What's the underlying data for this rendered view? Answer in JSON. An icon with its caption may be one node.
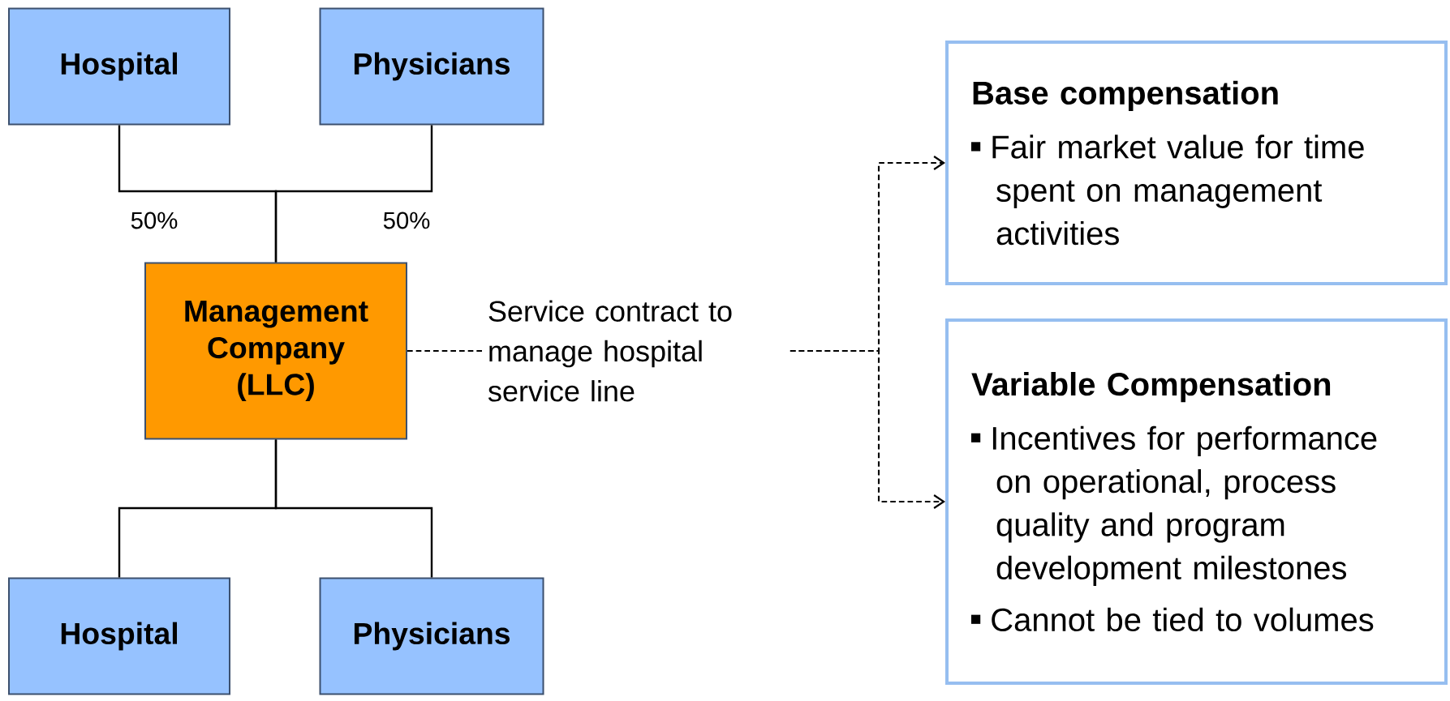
{
  "diagram": {
    "nodes": [
      {
        "text": [
          "Hospital"
        ]
      },
      {
        "text": [
          "Physicians"
        ]
      },
      {
        "text": [
          "Management Company (LLC)"
        ]
      },
      {
        "text": [
          "Hospital"
        ]
      },
      {
        "text": [
          "Physicians"
        ]
      },
      {
        "text": [
          "Service contract to manage hospital service line"
        ]
      },
      {
        "text": [
          "Base compensation",
          "Fair market value for time spent on management activities"
        ]
      },
      {
        "text": [
          "Variable Compensation",
          "Incentives for performance on operational, process quality and program development milestones",
          "Cannot be tied to volumes"
        ]
      }
    ],
    "edges": [
      {
        "from": 0,
        "to": 2,
        "arrow": "none"
      },
      {
        "from": 1,
        "to": 2,
        "arrow": "none"
      },
      {
        "from": 2,
        "to": 3,
        "arrow": "none"
      },
      {
        "from": 2,
        "to": 4,
        "arrow": "none"
      },
      {
        "from": 2,
        "to": 5,
        "arrow": "none",
        "style": "dashed"
      },
      {
        "from": 5,
        "to": 6,
        "arrow": "to",
        "style": "dashed"
      },
      {
        "from": 5,
        "to": 7,
        "arrow": "to",
        "style": "dashed"
      }
    ],
    "labels": [
      "50%",
      "50%"
    ]
  }
}
